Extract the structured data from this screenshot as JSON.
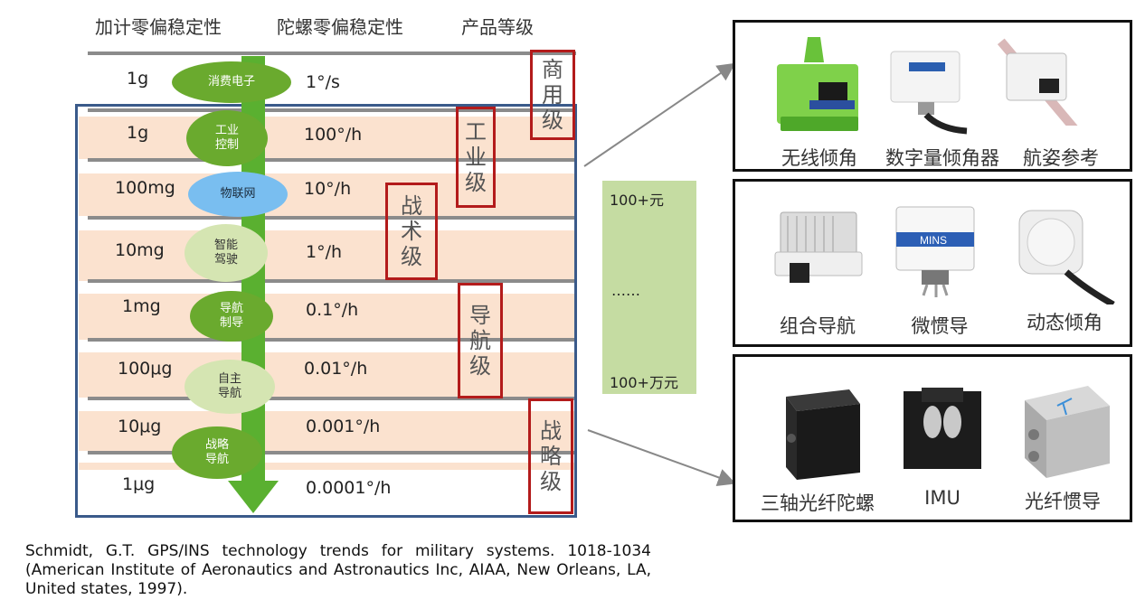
{
  "headers": {
    "accel": "加计零偏稳定性",
    "gyro": "陀螺零偏稳定性",
    "grade": "产品等级"
  },
  "rows": [
    {
      "accel": "1g",
      "gyro": "1°/s",
      "app": [
        "消费电子"
      ]
    },
    {
      "accel": "1g",
      "gyro": "100°/h",
      "app": [
        "工业",
        "控制"
      ]
    },
    {
      "accel": "100mg",
      "gyro": "10°/h",
      "app": [
        "物联网"
      ]
    },
    {
      "accel": "10mg",
      "gyro": "1°/h",
      "app": [
        "智能",
        "驾驶"
      ]
    },
    {
      "accel": "1mg",
      "gyro": "0.1°/h",
      "app": [
        "导航",
        "制导"
      ]
    },
    {
      "accel": "100μg",
      "gyro": "0.01°/h",
      "app": [
        "自主",
        "导航"
      ]
    },
    {
      "accel": "10μg",
      "gyro": "0.001°/h",
      "app": [
        "战略",
        "导航"
      ]
    },
    {
      "accel": "1μg",
      "gyro": "0.0001°/h",
      "app": []
    }
  ],
  "grades": {
    "commercial": [
      "商",
      "用",
      "级"
    ],
    "industrial": [
      "工",
      "业",
      "级"
    ],
    "tactical": [
      "战",
      "术",
      "级"
    ],
    "navigation": [
      "导",
      "航",
      "级"
    ],
    "strategic": [
      "战",
      "略",
      "级"
    ]
  },
  "price": {
    "low": "100+元",
    "mid": "……",
    "high": "100+万元"
  },
  "panels": {
    "top": [
      "无线倾角",
      "数字量倾角器",
      "航姿参考"
    ],
    "middle": [
      "组合导航",
      "微惯导",
      "动态倾角"
    ],
    "bottom": [
      "三轴光纤陀螺",
      "IMU",
      "光纤惯导"
    ]
  },
  "product_labels": {
    "mins": "MINS"
  },
  "reference": "Schmidt, G.T. GPS/INS technology trends for military systems. 1018-1034 (American Institute of Aeronautics and Astronautics Inc, AIAA, New Orleans, LA, United states, 1997).",
  "colors": {
    "grade_border": "#b31b1b",
    "arrow": "#5ab030",
    "peach": "#fbe2cf",
    "price_bg": "#c5dca2",
    "frame": "#3a5a8a"
  }
}
